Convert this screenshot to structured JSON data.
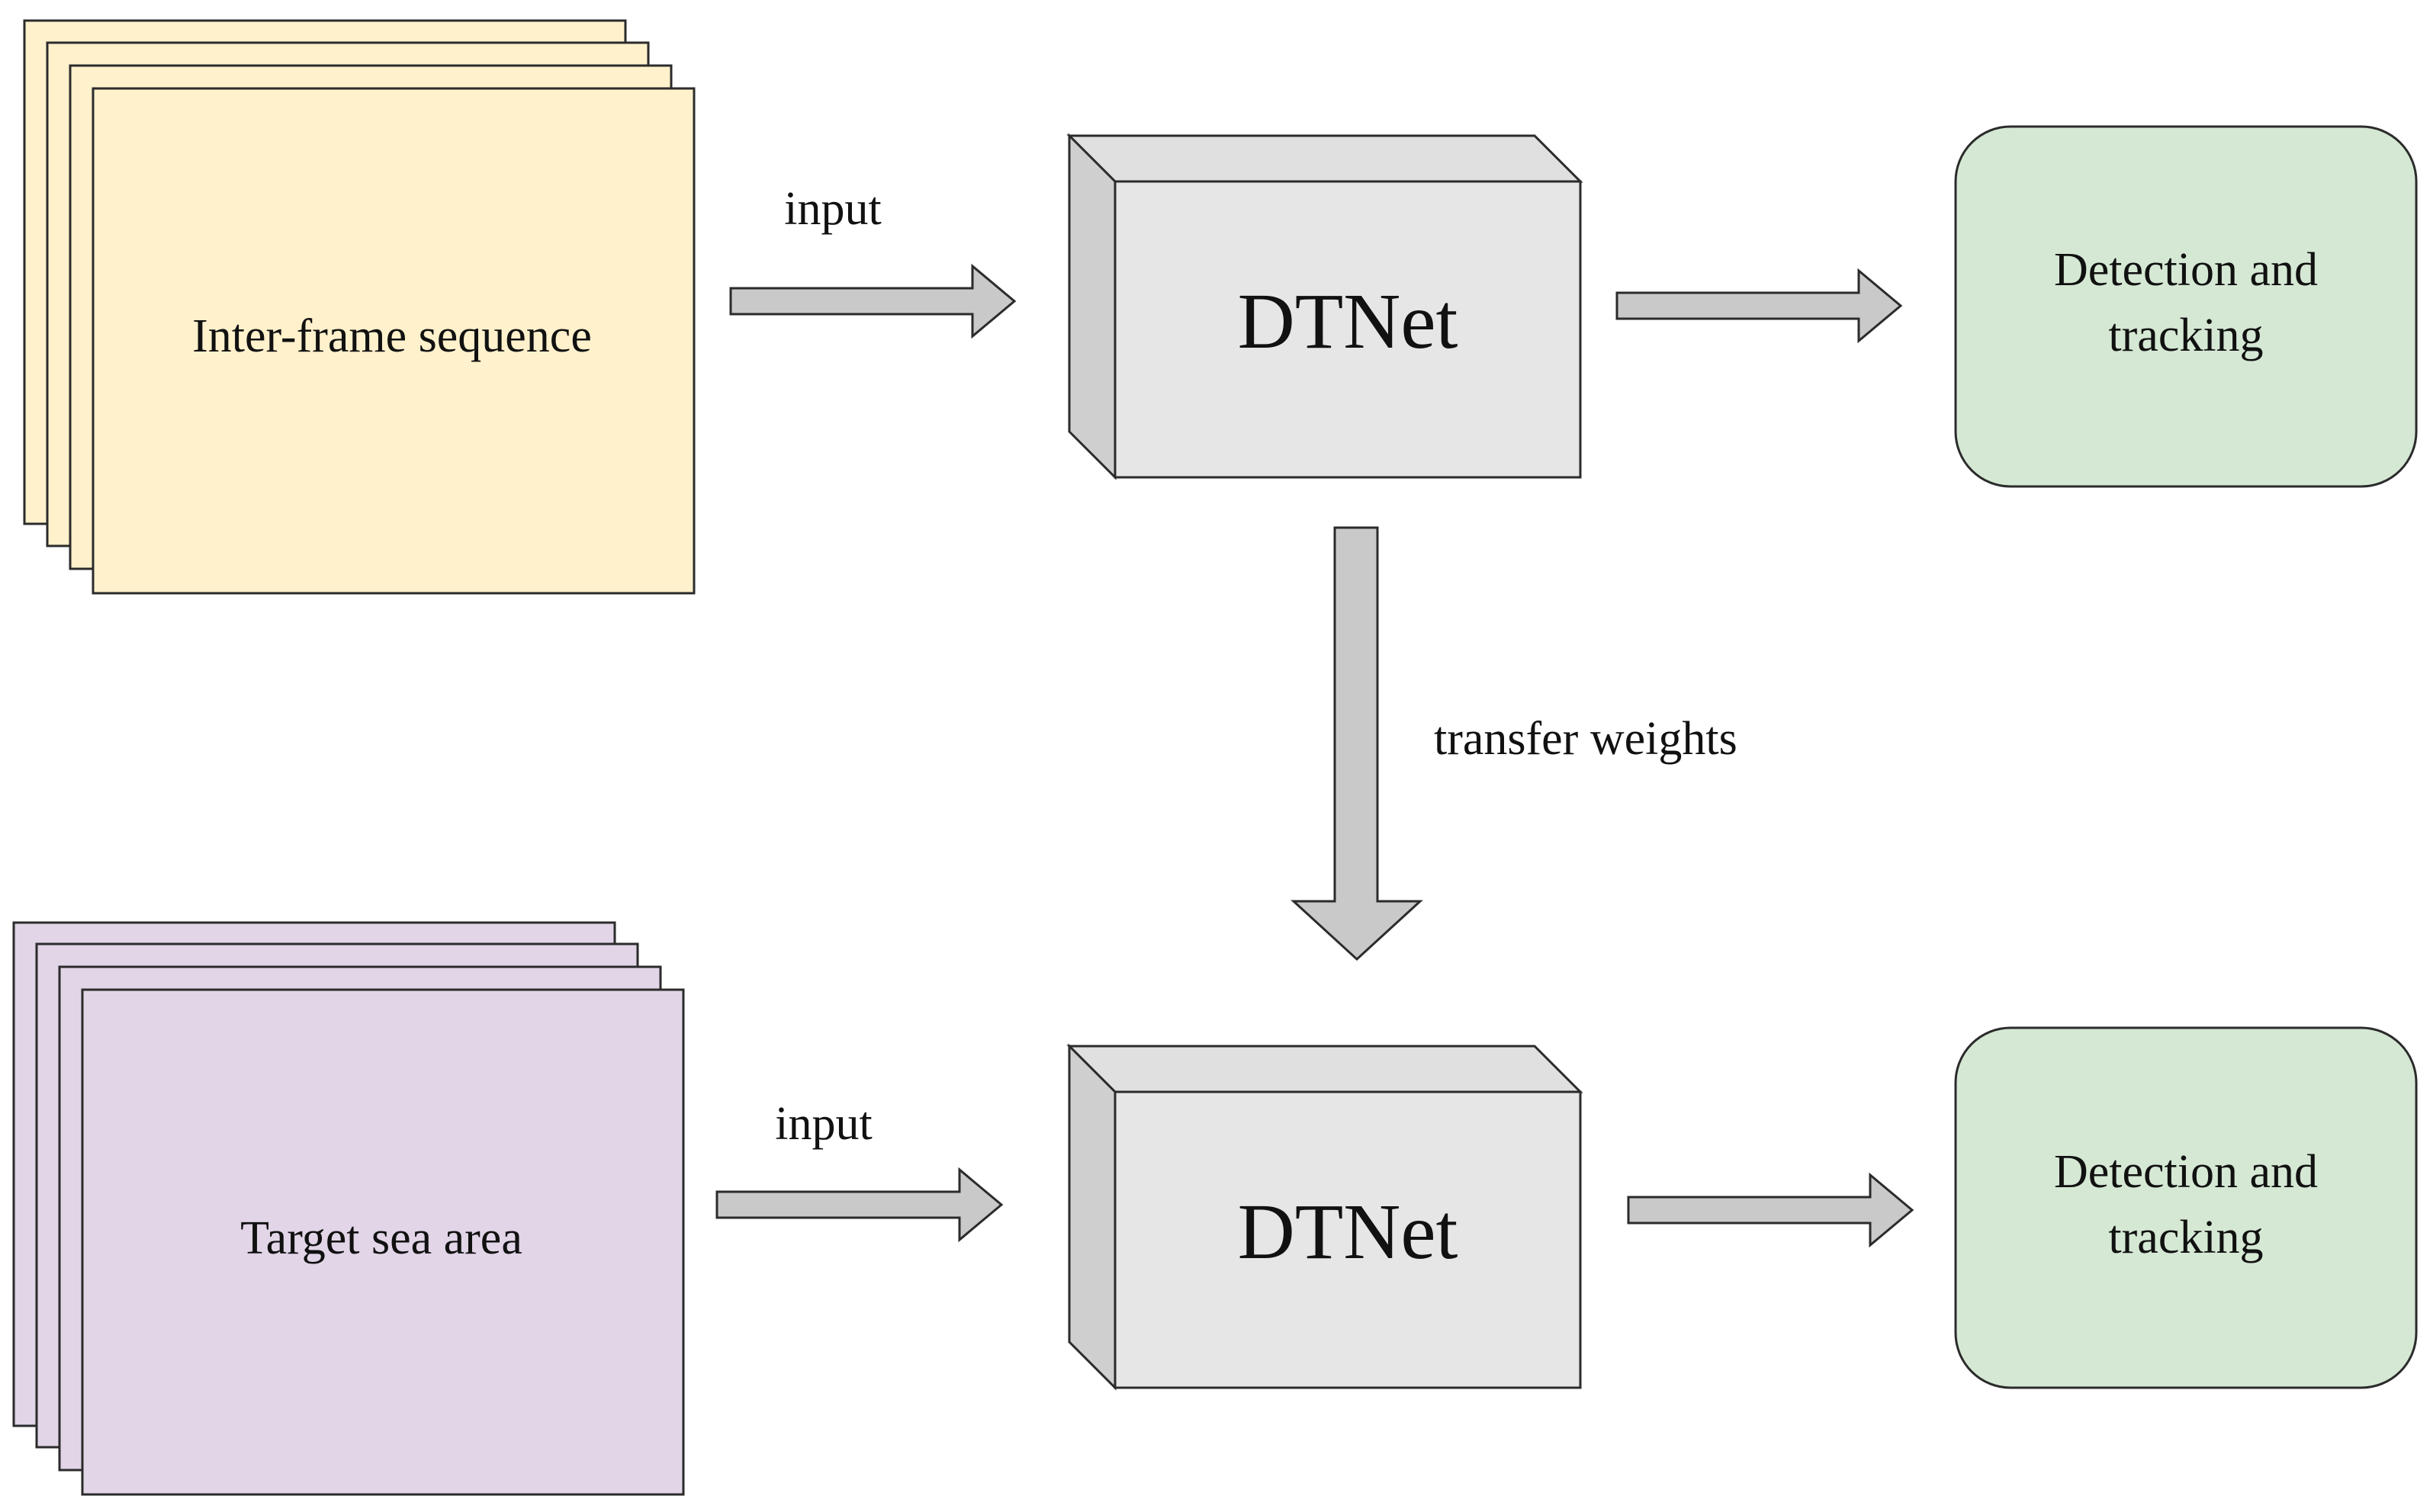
{
  "diagram": {
    "top_row": {
      "input_stack_label": "Inter-frame sequence",
      "input_arrow_label": "input",
      "network_label": "DTNet",
      "output_label_line1": "Detection and",
      "output_label_line2": "tracking"
    },
    "transfer_label": "transfer weights",
    "bottom_row": {
      "input_stack_label": "Target sea area",
      "input_arrow_label": "input",
      "network_label": "DTNet",
      "output_label_line1": "Detection and",
      "output_label_line2": "tracking"
    }
  },
  "colors": {
    "source_stack_fill": "#fff1cc",
    "target_stack_fill": "#e1d5e7",
    "network_fill": "#e6e6e6",
    "network_side_fill": "#cfcfcf",
    "output_fill": "#d5e8d4",
    "arrow_fill": "#c9c9c9",
    "stroke": "#2b2b2b"
  }
}
